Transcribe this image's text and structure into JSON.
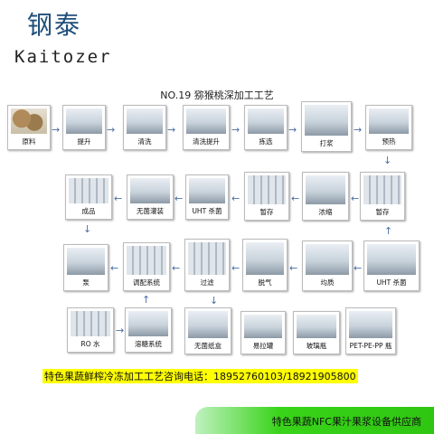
{
  "brand": {
    "name_cn": "钢泰",
    "name_en": "Kaitozer"
  },
  "title": "NO.19  猕猴桃深加工工艺",
  "row1": [
    {
      "label": "原料",
      "icon": "kiwi-fruit"
    },
    {
      "label": "提升",
      "icon": "elevator-machine"
    },
    {
      "label": "清洗",
      "icon": "washer-machine"
    },
    {
      "label": "清洗提升",
      "icon": "washing-elevator"
    },
    {
      "label": "拣选",
      "icon": "sorting-conveyor"
    },
    {
      "label": "打浆",
      "icon": "pulper-machine"
    },
    {
      "label": "预热",
      "icon": "preheater"
    }
  ],
  "row2": [
    {
      "label": "成品",
      "icon": "finished-products"
    },
    {
      "label": "无菌灌装",
      "icon": "aseptic-filler"
    },
    {
      "label": "UHT 杀菌",
      "icon": "uht-sterilizer"
    },
    {
      "label": "暂存",
      "icon": "holding-tank"
    },
    {
      "label": "浓缩",
      "icon": "evaporator"
    },
    {
      "label": "暂存",
      "icon": "holding-tank"
    }
  ],
  "row3": [
    {
      "label": "泵",
      "icon": "pump"
    },
    {
      "label": "调配系统",
      "icon": "blending-system"
    },
    {
      "label": "过滤",
      "icon": "filter-tank"
    },
    {
      "label": "脱气",
      "icon": "deaerator"
    },
    {
      "label": "均质",
      "icon": "homogenizer"
    },
    {
      "label": "UHT 杀菌",
      "icon": "uht-sterilizer"
    }
  ],
  "row4": [
    {
      "label": "RO 水",
      "icon": "ro-water-system"
    },
    {
      "label": "溶糖系统",
      "icon": "sugar-dissolving-tank"
    },
    {
      "label": "无菌纸盒",
      "icon": "aseptic-carton-filler"
    },
    {
      "label": "易拉罐",
      "icon": "can-filler"
    },
    {
      "label": "玻璃瓶",
      "icon": "glass-bottle-filler"
    },
    {
      "label": "PET-PE-PP 瓶",
      "icon": "plastic-bottle-filler"
    }
  ],
  "hotline": {
    "text": "特色果蔬鲜榨冷冻加工工艺咨询电话：",
    "phone": "18952760103/18921905800"
  },
  "banner": "特色果蔬NFC果汁果浆设备供应商",
  "colors": {
    "brand_blue": "#1f4e79",
    "highlight": "#ffff00",
    "banner_green": "#39d41a",
    "arrow": "#4a6fa5"
  }
}
